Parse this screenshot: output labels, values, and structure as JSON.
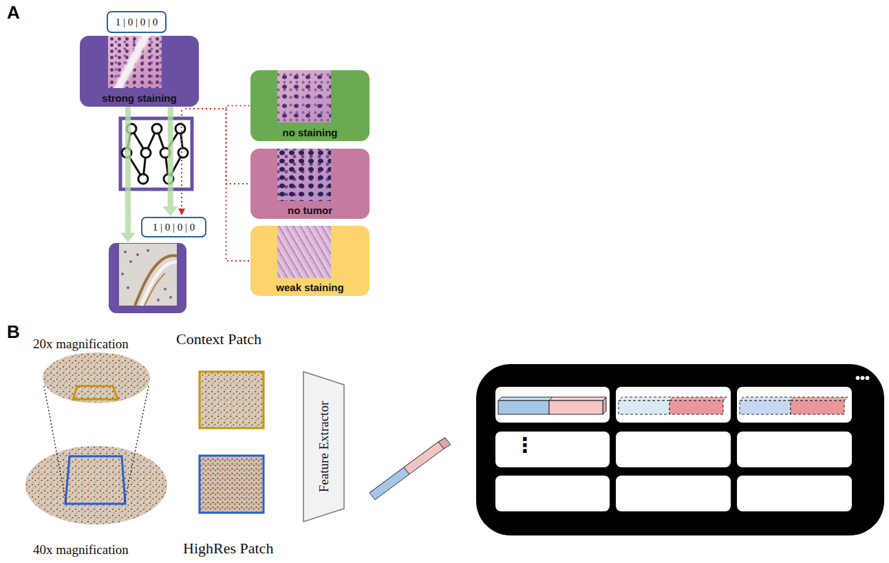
{
  "diagram": {
    "nodes": [
      {
        "text": [
          "1 | 0 | 0 | 0"
        ]
      },
      {
        "text": [
          "strong staining"
        ]
      },
      {
        "text": [
          "1 | 0 | 0 | 0"
        ]
      },
      {
        "text": [
          "no staining"
        ]
      },
      {
        "text": [
          "no tumor"
        ]
      },
      {
        "text": [
          "weak staining"
        ]
      },
      {
        "text": [
          "Feature Extractor"
        ]
      }
    ],
    "edges": [
      {
        "from": 1,
        "to": 2,
        "arrow": "to"
      },
      {
        "from": 1,
        "to": 3,
        "arrow": "none"
      },
      {
        "from": 1,
        "to": 4,
        "arrow": "none"
      },
      {
        "from": 1,
        "to": 5,
        "arrow": "none"
      }
    ],
    "labels": [
      "A",
      "B",
      "20x magnification",
      "40x magnification",
      "Context Patch",
      "HighRes Patch",
      "•••",
      "⋮"
    ]
  }
}
